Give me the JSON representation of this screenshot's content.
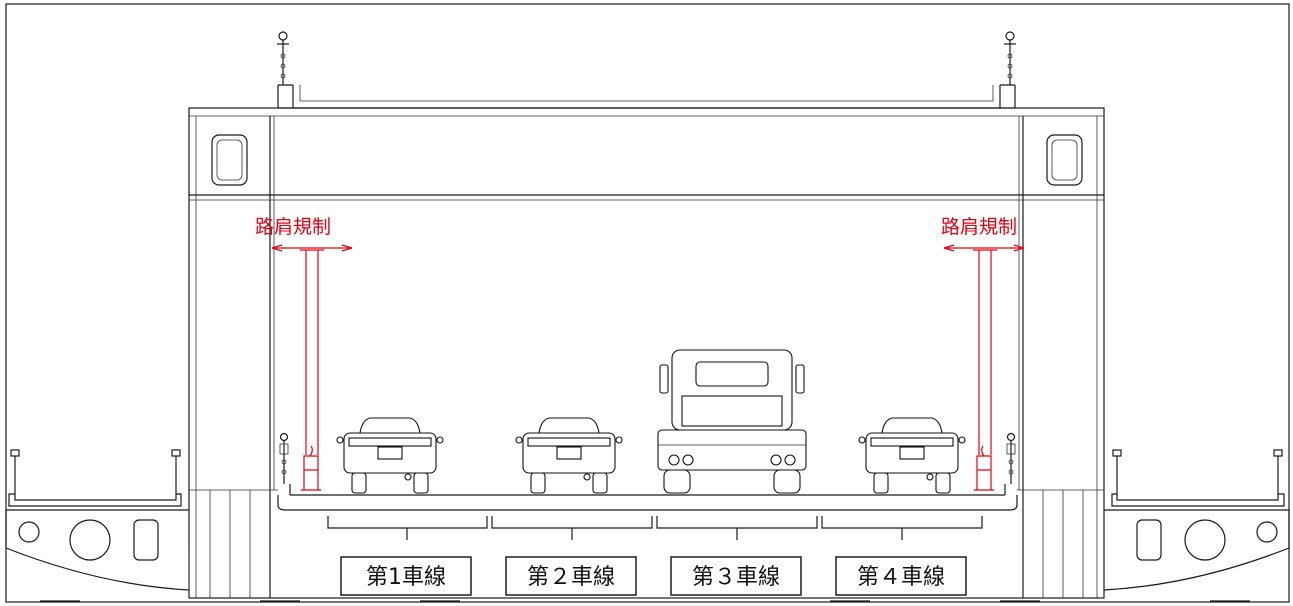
{
  "annotations": {
    "shoulder_left": "路肩規制",
    "shoulder_right": "路肩規制"
  },
  "lanes": [
    {
      "label": "第1車線"
    },
    {
      "label": "第２車線"
    },
    {
      "label": "第３車線"
    },
    {
      "label": "第４車線"
    }
  ],
  "colors": {
    "annotation": "#e60012",
    "linework": "#1a1a1a",
    "background": "#ffffff"
  }
}
